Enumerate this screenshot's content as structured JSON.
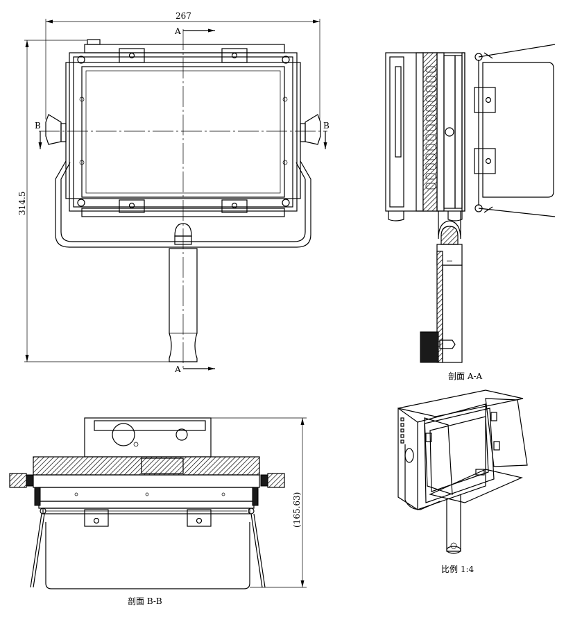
{
  "dimensions": {
    "width": "267",
    "height": "314.5",
    "depth": "(165.63)"
  },
  "section_markers": {
    "a_top": "A",
    "a_bottom": "A",
    "b_left": "B",
    "b_right": "B"
  },
  "captions": {
    "section_aa": "剖面 A-A",
    "section_bb": "剖面 B-B",
    "scale": "比例 1:4"
  }
}
